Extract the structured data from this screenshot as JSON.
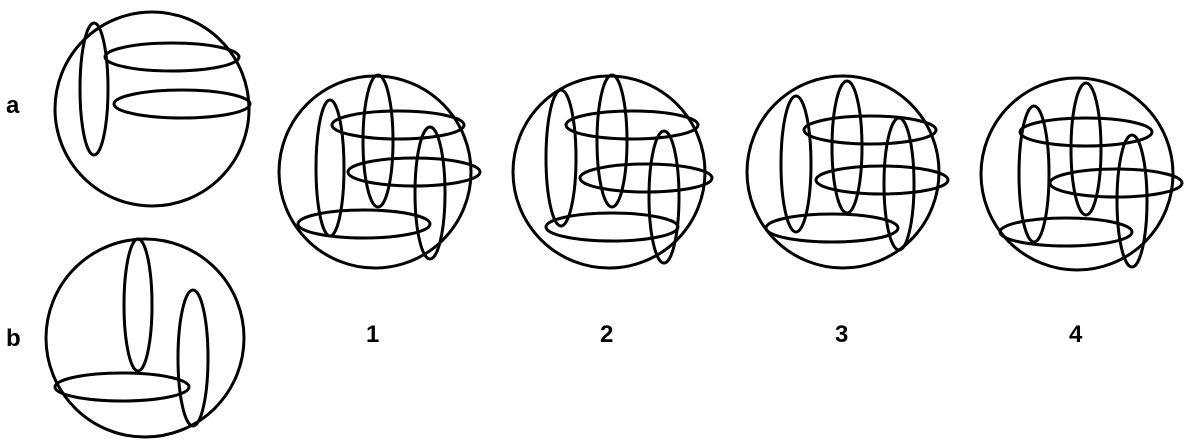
{
  "labels": {
    "a": "a",
    "b": "b",
    "option_1": "1",
    "option_2": "2",
    "option_3": "3",
    "option_4": "4"
  },
  "colors": {
    "stroke": "#000000",
    "background": "#ffffff"
  }
}
